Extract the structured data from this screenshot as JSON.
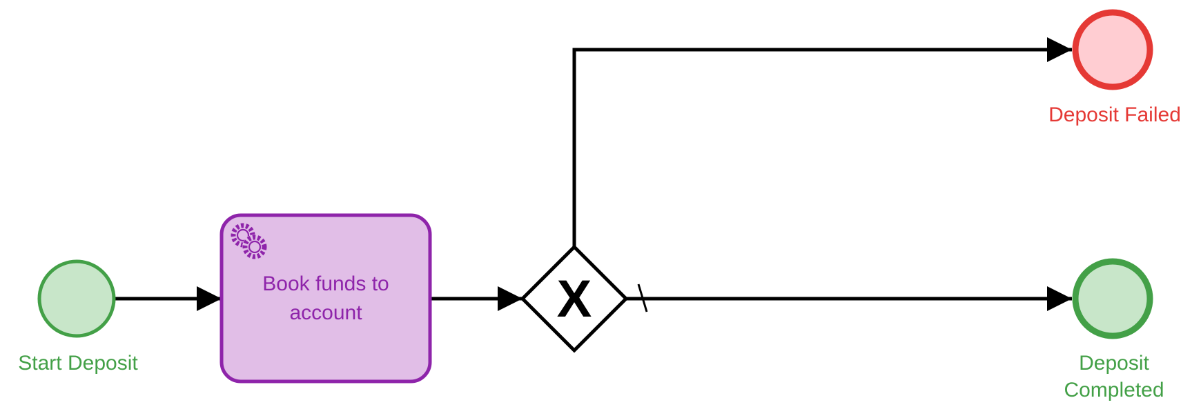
{
  "diagram": {
    "start_event": {
      "label": "Start Deposit"
    },
    "task": {
      "label_line1": "Book funds to",
      "label_line2": "account",
      "icon": "service-gear-icon"
    },
    "gateway": {
      "marker": "X",
      "type": "exclusive"
    },
    "end_failed": {
      "label": "Deposit Failed"
    },
    "end_completed": {
      "label_line1": "Deposit",
      "label_line2": "Completed"
    }
  },
  "colors": {
    "start_fill": "#c8e6c9",
    "start_stroke": "#43a047",
    "task_fill": "#e1bee7",
    "task_stroke": "#8e24aa",
    "failed_fill": "#ffcdd2",
    "failed_stroke": "#e53935",
    "completed_fill": "#c8e6c9",
    "completed_stroke": "#43a047",
    "flow": "#000000"
  }
}
